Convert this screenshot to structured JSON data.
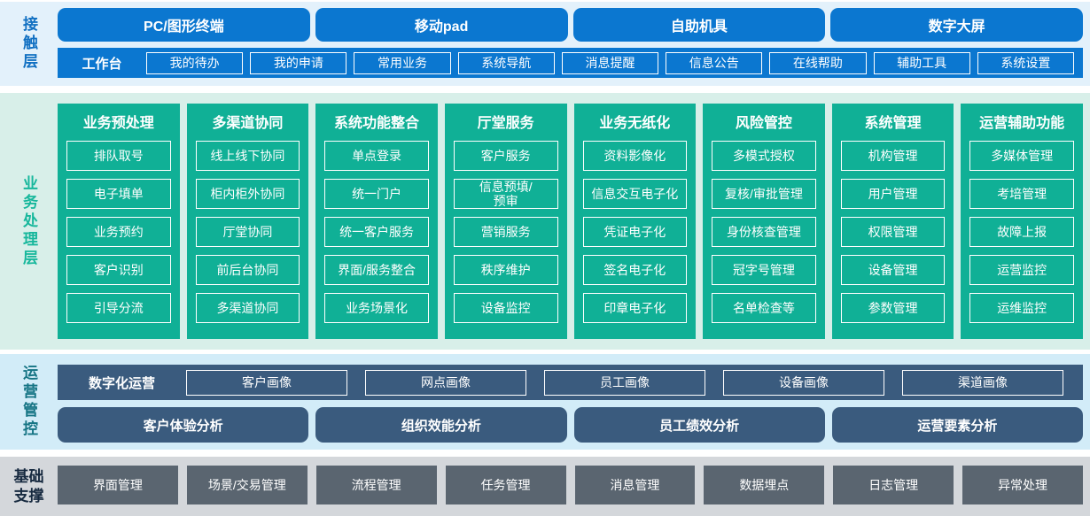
{
  "colors": {
    "primary_blue": "#0b77d0",
    "teal_green": "#10b096",
    "steel_blue": "#3a5b7e",
    "slate_gray": "#5a6570",
    "contact_band_bg": "#e3f1fb",
    "business_band_bg": "#d8efe9",
    "ops_band_bg": "#d2ecf8",
    "base_band_bg": "#d4d7db",
    "contact_label_color": "#1170c2",
    "business_label_color": "#17b79c",
    "ops_label_color": "#157484",
    "base_label_color": "#16293f"
  },
  "layers": {
    "contact": {
      "label": "接触层",
      "channels": [
        "PC/图形终端",
        "移动pad",
        "自助机具",
        "数字大屏"
      ],
      "workbench": {
        "label": "工作台",
        "items": [
          "我的待办",
          "我的申请",
          "常用业务",
          "系统导航",
          "消息提醒",
          "信息公告",
          "在线帮助",
          "辅助工具",
          "系统设置"
        ]
      }
    },
    "business": {
      "label": "业务处理层",
      "columns": [
        {
          "title": "业务预处理",
          "items": [
            "排队取号",
            "电子填单",
            "业务预约",
            "客户识别",
            "引导分流"
          ]
        },
        {
          "title": "多渠道协同",
          "items": [
            "线上线下协同",
            "柜内柜外协同",
            "厅堂协同",
            "前后台协同",
            "多渠道协同"
          ]
        },
        {
          "title": "系统功能整合",
          "items": [
            "单点登录",
            "统一门户",
            "统一客户服务",
            "界面/服务整合",
            "业务场景化"
          ]
        },
        {
          "title": "厅堂服务",
          "items": [
            "客户服务",
            "信息预填/\n预审",
            "营销服务",
            "秩序维护",
            "设备监控"
          ]
        },
        {
          "title": "业务无纸化",
          "items": [
            "资料影像化",
            "信息交互电子化",
            "凭证电子化",
            "签名电子化",
            "印章电子化"
          ]
        },
        {
          "title": "风险管控",
          "items": [
            "多模式授权",
            "复核/审批管理",
            "身份核查管理",
            "冠字号管理",
            "名单检查等"
          ]
        },
        {
          "title": "系统管理",
          "items": [
            "机构管理",
            "用户管理",
            "权限管理",
            "设备管理",
            "参数管理"
          ]
        },
        {
          "title": "运营辅助功能",
          "items": [
            "多媒体管理",
            "考培管理",
            "故障上报",
            "运营监控",
            "运维监控"
          ]
        }
      ]
    },
    "operations": {
      "label": "运营管控",
      "digital_ops": {
        "label": "数字化运营",
        "items": [
          "客户画像",
          "网点画像",
          "员工画像",
          "设备画像",
          "渠道画像"
        ]
      },
      "analysis": [
        "客户体验分析",
        "组织效能分析",
        "员工绩效分析",
        "运营要素分析"
      ]
    },
    "foundation": {
      "label": "基础支撑",
      "items": [
        "界面管理",
        "场景/交易管理",
        "流程管理",
        "任务管理",
        "消息管理",
        "数据埋点",
        "日志管理",
        "异常处理"
      ]
    }
  }
}
